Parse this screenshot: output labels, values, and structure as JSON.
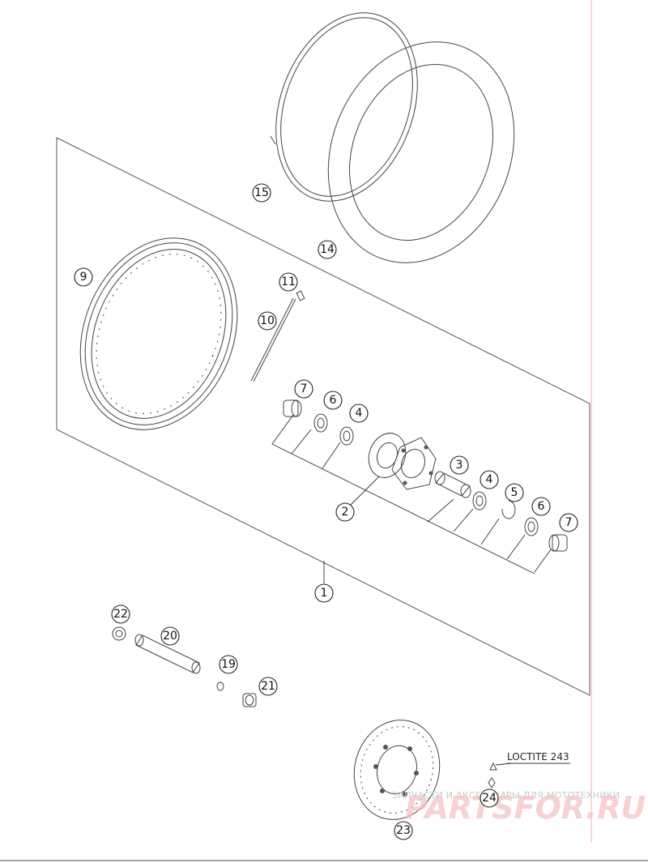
{
  "callouts": [
    {
      "id": "c1",
      "label": "1"
    },
    {
      "id": "c2",
      "label": "2"
    },
    {
      "id": "c3",
      "label": "3"
    },
    {
      "id": "c4a",
      "label": "4"
    },
    {
      "id": "c4b",
      "label": "4"
    },
    {
      "id": "c5",
      "label": "5"
    },
    {
      "id": "c6a",
      "label": "6"
    },
    {
      "id": "c6b",
      "label": "6"
    },
    {
      "id": "c7a",
      "label": "7"
    },
    {
      "id": "c7b",
      "label": "7"
    },
    {
      "id": "c9",
      "label": "9"
    },
    {
      "id": "c10",
      "label": "10"
    },
    {
      "id": "c11",
      "label": "11"
    },
    {
      "id": "c14",
      "label": "14"
    },
    {
      "id": "c15",
      "label": "15"
    },
    {
      "id": "c19",
      "label": "19"
    },
    {
      "id": "c20",
      "label": "20"
    },
    {
      "id": "c21",
      "label": "21"
    },
    {
      "id": "c22",
      "label": "22"
    },
    {
      "id": "c23",
      "label": "23"
    },
    {
      "id": "c24",
      "label": "24"
    }
  ],
  "note": {
    "text": "LOCTITE 243"
  },
  "watermark": {
    "tagline": "ЗАПЧАСТИ И АКСЕССУАРЫ ДЛЯ МОТОТЕХНИКИ",
    "logo": "PARTSFOR.RU"
  },
  "colors": {
    "line": "#444444",
    "watermark_logo": "#f3c3c3",
    "margin_line": "#f0b0b0"
  }
}
